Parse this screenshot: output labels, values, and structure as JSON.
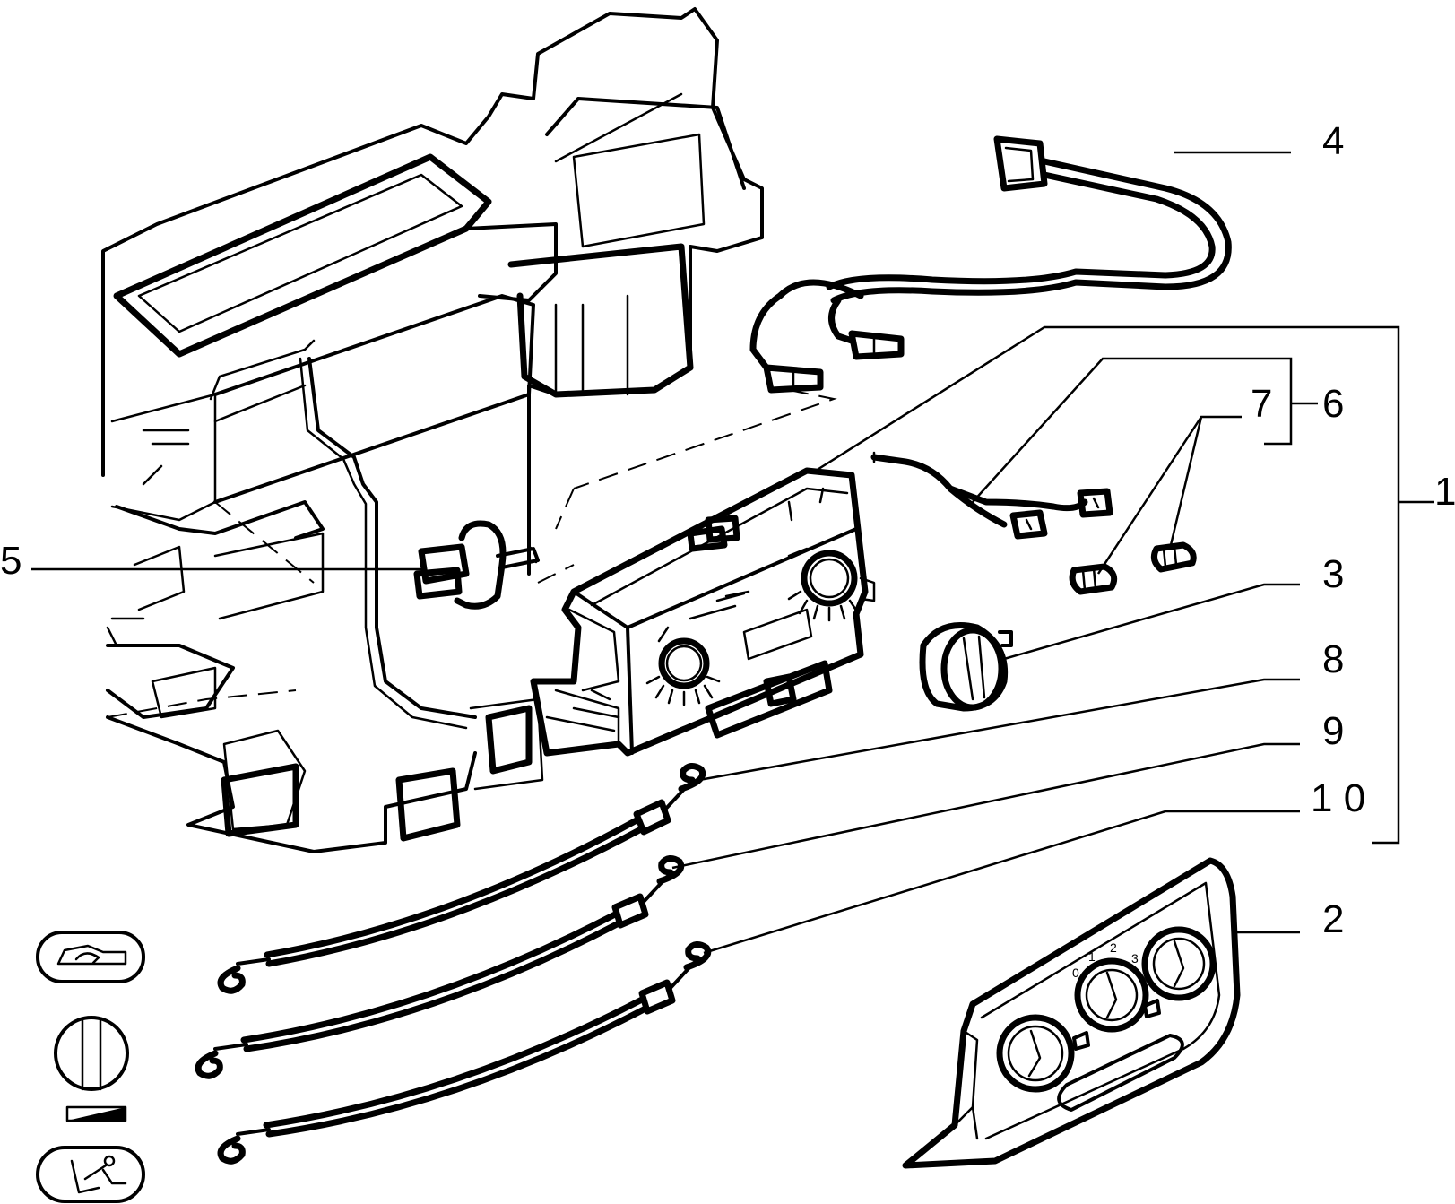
{
  "callouts": [
    {
      "id": "1",
      "text": "1"
    },
    {
      "id": "2",
      "text": "2"
    },
    {
      "id": "3",
      "text": "3"
    },
    {
      "id": "4",
      "text": "4"
    },
    {
      "id": "5",
      "text": "5"
    },
    {
      "id": "6",
      "text": "6"
    },
    {
      "id": "7",
      "text": "7"
    },
    {
      "id": "8",
      "text": "8"
    },
    {
      "id": "9",
      "text": "9"
    },
    {
      "id": "10",
      "text": "1 0"
    }
  ],
  "dial_marks": {
    "d0": "0",
    "d1": "1",
    "d2": "2",
    "d3": "3"
  },
  "legend_icons": [
    "recirculation-icon",
    "temperature-knob-icon",
    "gradient-scale-icon",
    "air-distribution-icon"
  ],
  "colors": {
    "line": "#000000",
    "background": "#ffffff"
  }
}
